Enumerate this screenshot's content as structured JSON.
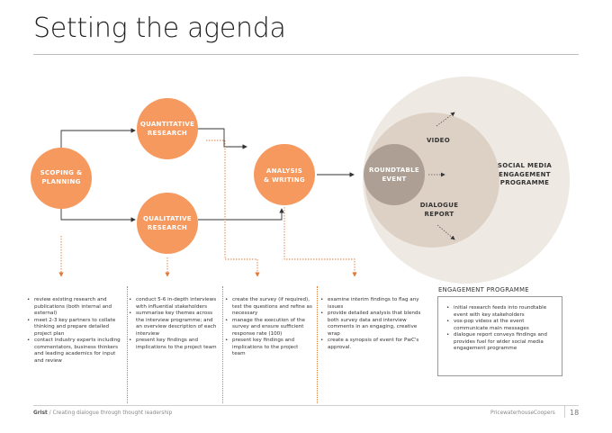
{
  "page": {
    "title": "Setting the agenda"
  },
  "process": {
    "scoping": [
      "SCOPING &",
      "PLANNING"
    ],
    "quantitative": [
      "QUANTITATIVE",
      "RESEARCH"
    ],
    "qualitative": [
      "QUALITATIVE",
      "RESEARCH"
    ],
    "analysis": [
      "ANALYSIS",
      "& WRITING"
    ]
  },
  "rings": {
    "roundtable": [
      "ROUNDTABLE",
      "EVENT"
    ],
    "video": "VIDEO",
    "dialogue": [
      "DIALOGUE",
      "REPORT"
    ],
    "social": [
      "SOCIAL MEDIA",
      "ENGAGEMENT",
      "PROGRAMME"
    ]
  },
  "columns": [
    {
      "items": [
        "review existing research and publications (both internal and external)",
        "meet 2-3 key partners to collate thinking and prepare detailed project plan",
        "contact industry experts including commentators, business thinkers and leading academics for input and review"
      ]
    },
    {
      "items": [
        "conduct 5-6 in-depth interviews with influential stakeholders",
        "summarise key themes across the interview programme; and an overview description of each interview",
        "present key findings and implications to the project team"
      ]
    },
    {
      "items": [
        "create the survey (if required), test the questions and refine as necessary",
        "manage the execution of the survey and ensure sufficient response rate (100)",
        "present key findings and implications to the project team"
      ]
    },
    {
      "items": [
        "examine interim findings to flag any issues",
        "provide detailed analysis that blends both survey data and interview comments in an engaging, creative wrap",
        "create a synopsis of event for PwC's approval."
      ]
    }
  ],
  "engagement": {
    "title": "ENGAGEMENT PROGRAMME",
    "items": [
      "initial research feeds into roundtable event with key stakeholders",
      "vox-pop videos at the event communicate main messages",
      "dialogue report conveys findings and provides fuel for wider social media engagement programme"
    ]
  },
  "footer": {
    "brand": "Grist",
    "tagline": " / Creating dialogue through thought leadership",
    "company": "PricewaterhouseCoopers",
    "page_number": "18"
  },
  "colors": {
    "orange": "#f6995f",
    "arrow_orange": "#e07a3a",
    "ring_outer": "#efe9e3",
    "ring_middle": "#ddd1c6",
    "ring_inner": "#ad9f93"
  }
}
